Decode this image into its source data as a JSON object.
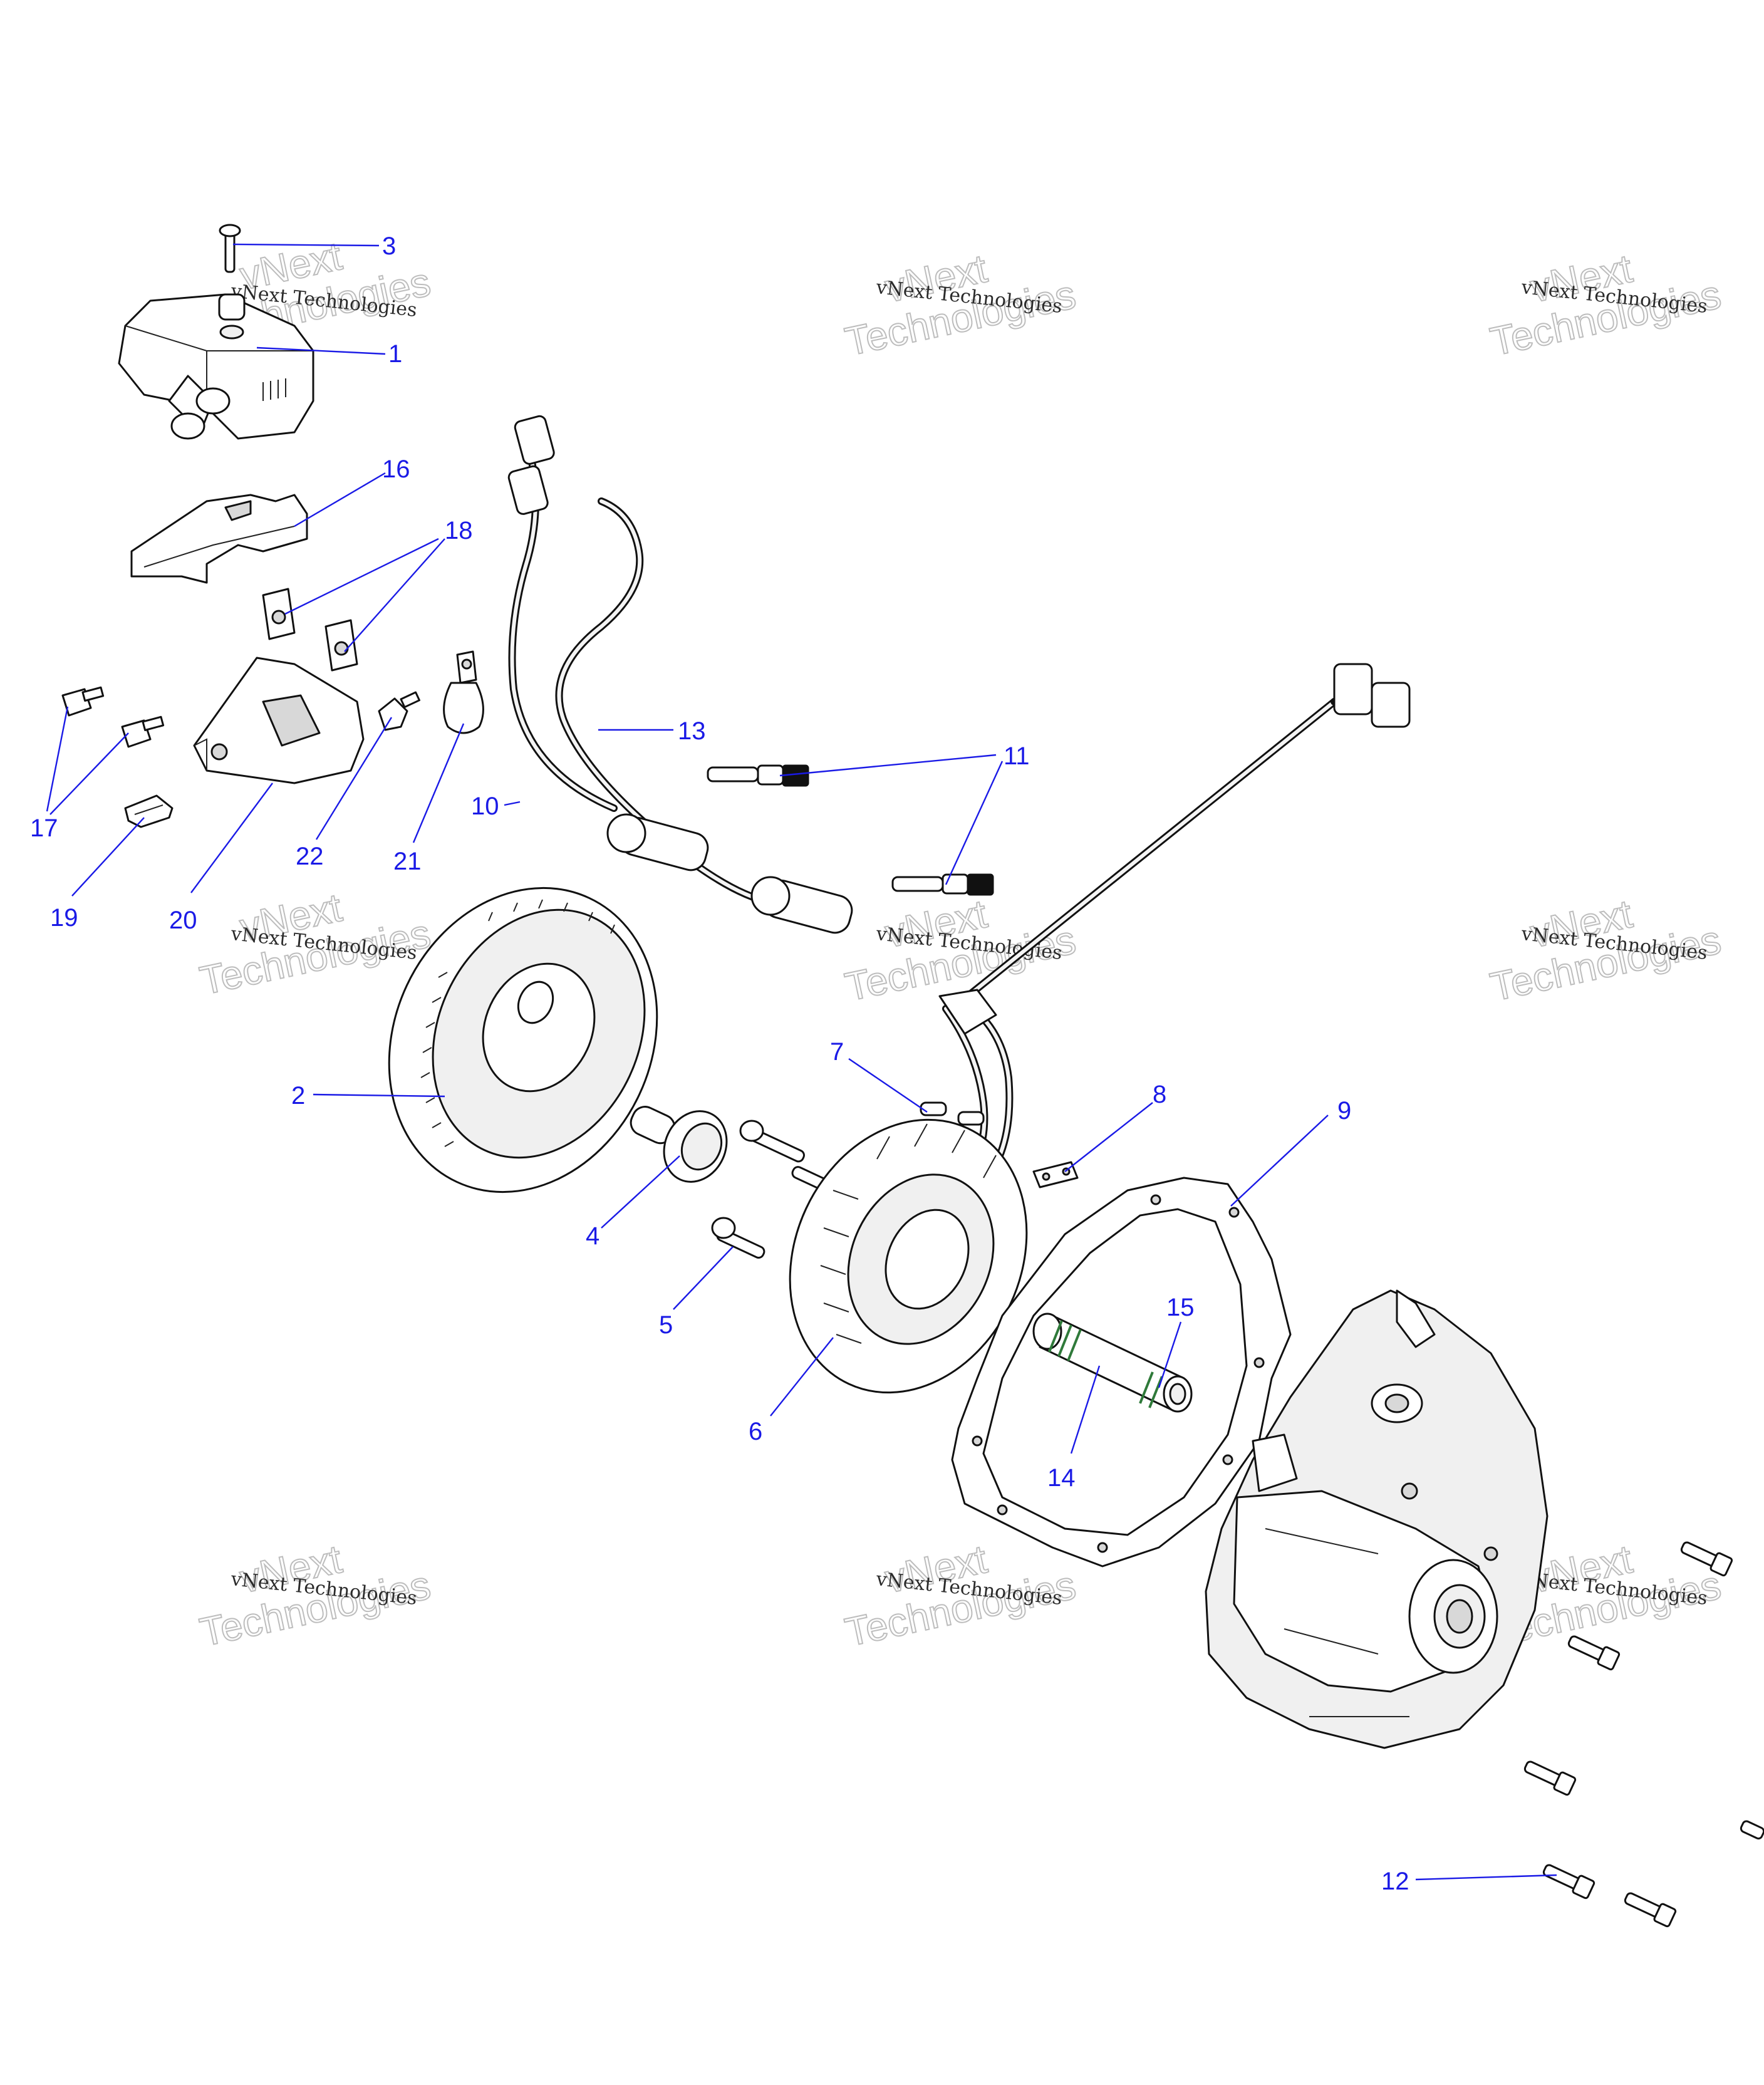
{
  "watermark": {
    "line1": "vNext Technologies",
    "line2_a": "vNext",
    "line2_b": "Technologies"
  },
  "callouts": {
    "c1": "1",
    "c2": "2",
    "c3": "3",
    "c4": "4",
    "c5": "5",
    "c6": "6",
    "c7": "7",
    "c8": "8",
    "c9": "9",
    "c10": "10",
    "c11": "11",
    "c12": "12",
    "c13": "13",
    "c14": "14",
    "c15": "15",
    "c16": "16",
    "c17": "17",
    "c18": "18",
    "c19": "19",
    "c20": "20",
    "c21": "21",
    "c22": "22"
  },
  "colors": {
    "callout": "#1a1ae6",
    "line": "#111111",
    "wire_tube": "#f4f4f4",
    "o_ring": "#2f7a3a"
  }
}
